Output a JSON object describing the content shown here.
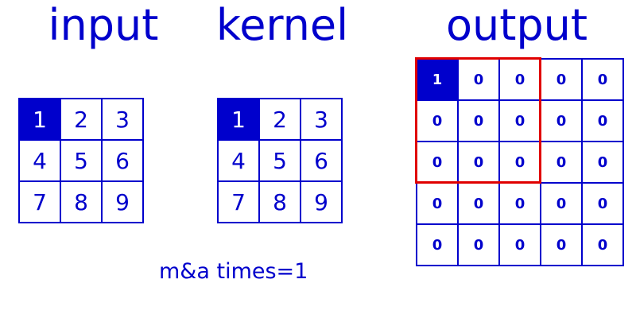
{
  "titles": {
    "input": "input",
    "kernel": "kernel",
    "output": "output"
  },
  "input": {
    "cells": [
      "1",
      "2",
      "3",
      "4",
      "5",
      "6",
      "7",
      "8",
      "9"
    ],
    "highlighted_index": 0
  },
  "kernel": {
    "cells": [
      "1",
      "2",
      "3",
      "4",
      "5",
      "6",
      "7",
      "8",
      "9"
    ],
    "highlighted_index": 0
  },
  "output": {
    "cells": [
      "1",
      "0",
      "0",
      "0",
      "0",
      "0",
      "0",
      "0",
      "0",
      "0",
      "0",
      "0",
      "0",
      "0",
      "0",
      "0",
      "0",
      "0",
      "0",
      "0",
      "0",
      "0",
      "0",
      "0",
      "0"
    ],
    "highlighted_index": 0,
    "window_rows": 3,
    "window_cols": 3
  },
  "counter": {
    "label": "m&a times=1"
  },
  "colors": {
    "primary": "#0000cc",
    "highlight_bg": "#0000cc",
    "highlight_text": "#ffffff",
    "window": "#e00000",
    "background": "#ffffff"
  }
}
